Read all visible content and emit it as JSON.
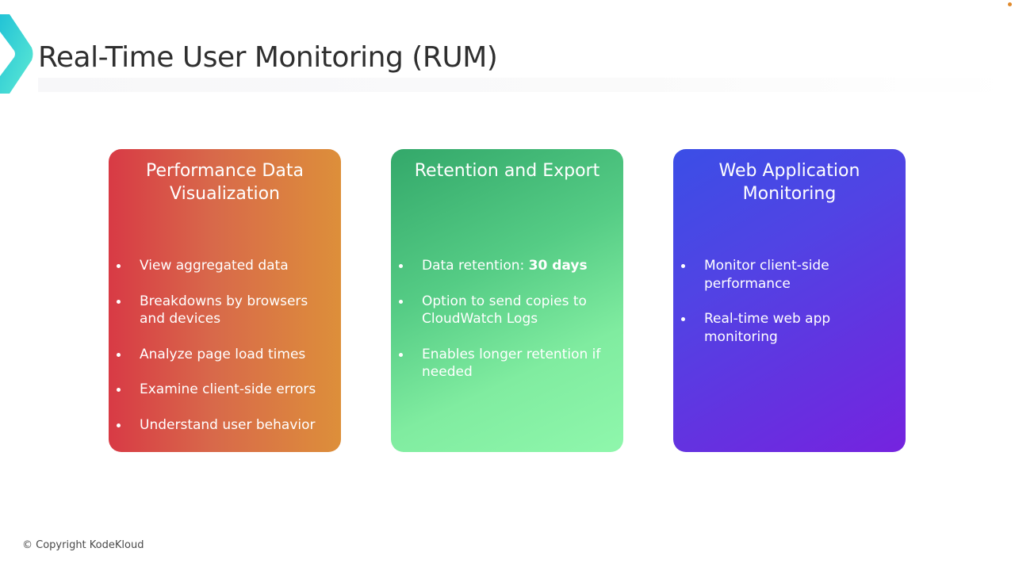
{
  "slide": {
    "title": "Real-Time User Monitoring (RUM)",
    "logo_icon": "chevron-right-icon",
    "footer": "© Copyright KodeKloud"
  },
  "colors": {
    "card_1": [
      "#d83a45",
      "#dd8f3a"
    ],
    "card_2": [
      "#33a86a",
      "#8ff7ac"
    ],
    "card_3": [
      "#3b4ee6",
      "#7523df"
    ],
    "logo": [
      "#22c3d6",
      "#5eead4"
    ]
  },
  "cards": [
    {
      "title_line1": "Performance Data",
      "title_line2": "Visualization",
      "items": [
        {
          "text": "View aggregated data"
        },
        {
          "text": "Breakdowns by browsers and devices"
        },
        {
          "text": "Analyze page load times"
        },
        {
          "text": "Examine client-side errors"
        },
        {
          "text": "Understand user behavior"
        }
      ]
    },
    {
      "title_line1": "Retention and Export",
      "items": [
        {
          "text": "Data retention: ",
          "bold": "30 days"
        },
        {
          "text": "Option to send copies to CloudWatch Logs"
        },
        {
          "text": "Enables longer retention if needed"
        }
      ]
    },
    {
      "title_line1": "Web Application",
      "title_line2": "Monitoring",
      "items": [
        {
          "text": "Monitor client-side performance"
        },
        {
          "text": "Real-time web app monitoring"
        }
      ]
    }
  ]
}
